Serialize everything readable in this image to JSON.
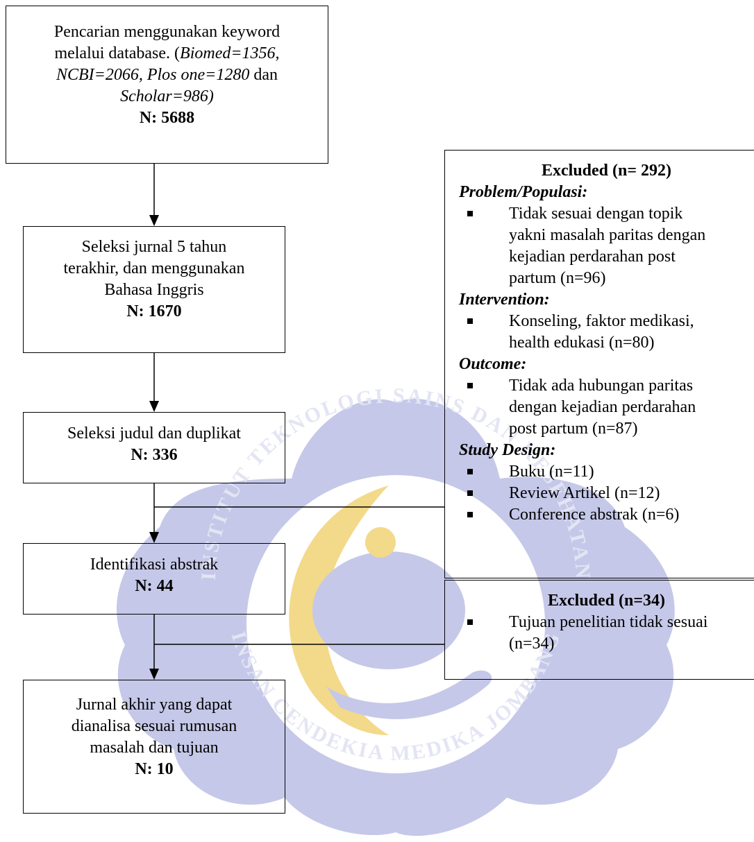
{
  "watermark": {
    "arc_text_top": "INSTITUT TEKNOLOGI SAINS DAN KESEHATAN",
    "arc_text_bottom": "INSAN CENDEKIA MEDIKA JOMBANG",
    "colors": {
      "petal": "#c5c8e8",
      "moon": "#f3d98a",
      "text": "#e3e5f4"
    }
  },
  "flow": {
    "box1": {
      "line1": "Pencarian menggunakan keyword",
      "line2_plain_a": "melalui database. (",
      "line2_italic": "Biomed=1356,",
      "line3_italic": "NCBI=2066, Plos one=1280",
      "line3_plain": " dan",
      "line4_italic": "Scholar=986)",
      "count": "N: 5688"
    },
    "box2": {
      "lines": [
        "Seleksi jurnal 5 tahun",
        "terakhir, dan menggunakan",
        "Bahasa Inggris"
      ],
      "count": "N: 1670"
    },
    "box3": {
      "lines": [
        "Seleksi judul dan duplikat"
      ],
      "count": "N: 336"
    },
    "box4": {
      "lines": [
        "Identifikasi abstrak"
      ],
      "count": "N: 44"
    },
    "box5": {
      "lines": [
        "Jurnal akhir yang dapat",
        "dianalisa sesuai rumusan",
        "masalah dan tujuan"
      ],
      "count": "N: 10"
    }
  },
  "excluded1": {
    "title": "Excluded (n= 292)",
    "cat1": "Problem/Populasi:",
    "cat1_item1": [
      "Tidak sesuai dengan topik",
      "yakni masalah paritas dengan",
      "kejadian perdarahan post",
      "partum (n=96)"
    ],
    "cat2": "Intervention:",
    "cat2_item1": [
      "Konseling, faktor medikasi,",
      "health edukasi (n=80)"
    ],
    "cat3": "Outcome:",
    "cat3_item1": [
      "Tidak ada hubungan paritas",
      "dengan kejadian perdarahan",
      "post partum (n=87)"
    ],
    "cat4": "Study Design:",
    "cat4_items": [
      "Buku (n=11)",
      "Review Artikel (n=12)",
      "Conference abstrak (n=6)"
    ]
  },
  "excluded2": {
    "title": "Excluded (n=34)",
    "item1": [
      "Tujuan penelitian tidak sesuai",
      "(n=34)"
    ]
  }
}
